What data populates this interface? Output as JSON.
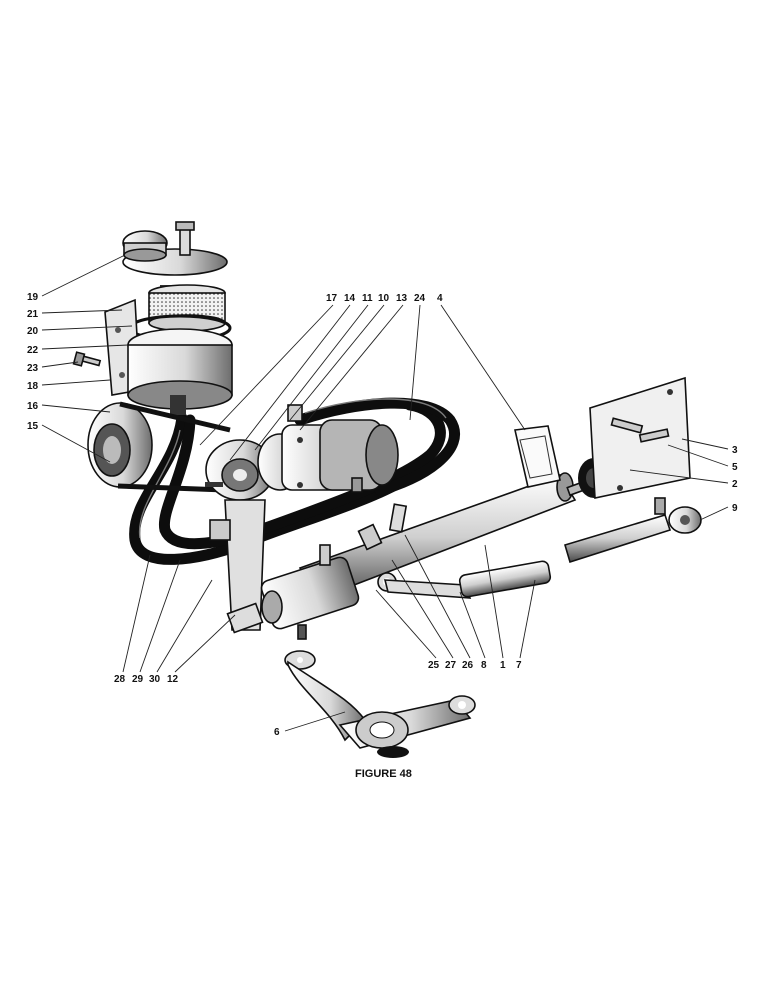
{
  "figure": {
    "caption": "FIGURE 48",
    "callouts": {
      "c19": "19",
      "c21": "21",
      "c20": "20",
      "c22": "22",
      "c23": "23",
      "c18": "18",
      "c16": "16",
      "c15": "15",
      "c17": "17",
      "c14": "14",
      "c11": "11",
      "c10": "10",
      "c13": "13",
      "c24": "24",
      "c4": "4",
      "c3": "3",
      "c5": "5",
      "c2": "2",
      "c9": "9",
      "c28": "28",
      "c29": "29",
      "c30": "30",
      "c12": "12",
      "c25": "25",
      "c27": "27",
      "c26": "26",
      "c8": "8",
      "c1": "1",
      "c7": "7",
      "c6": "6"
    }
  },
  "colors": {
    "ink": "#111111",
    "shade": "#6f6f6f",
    "paper": "#ffffff"
  }
}
